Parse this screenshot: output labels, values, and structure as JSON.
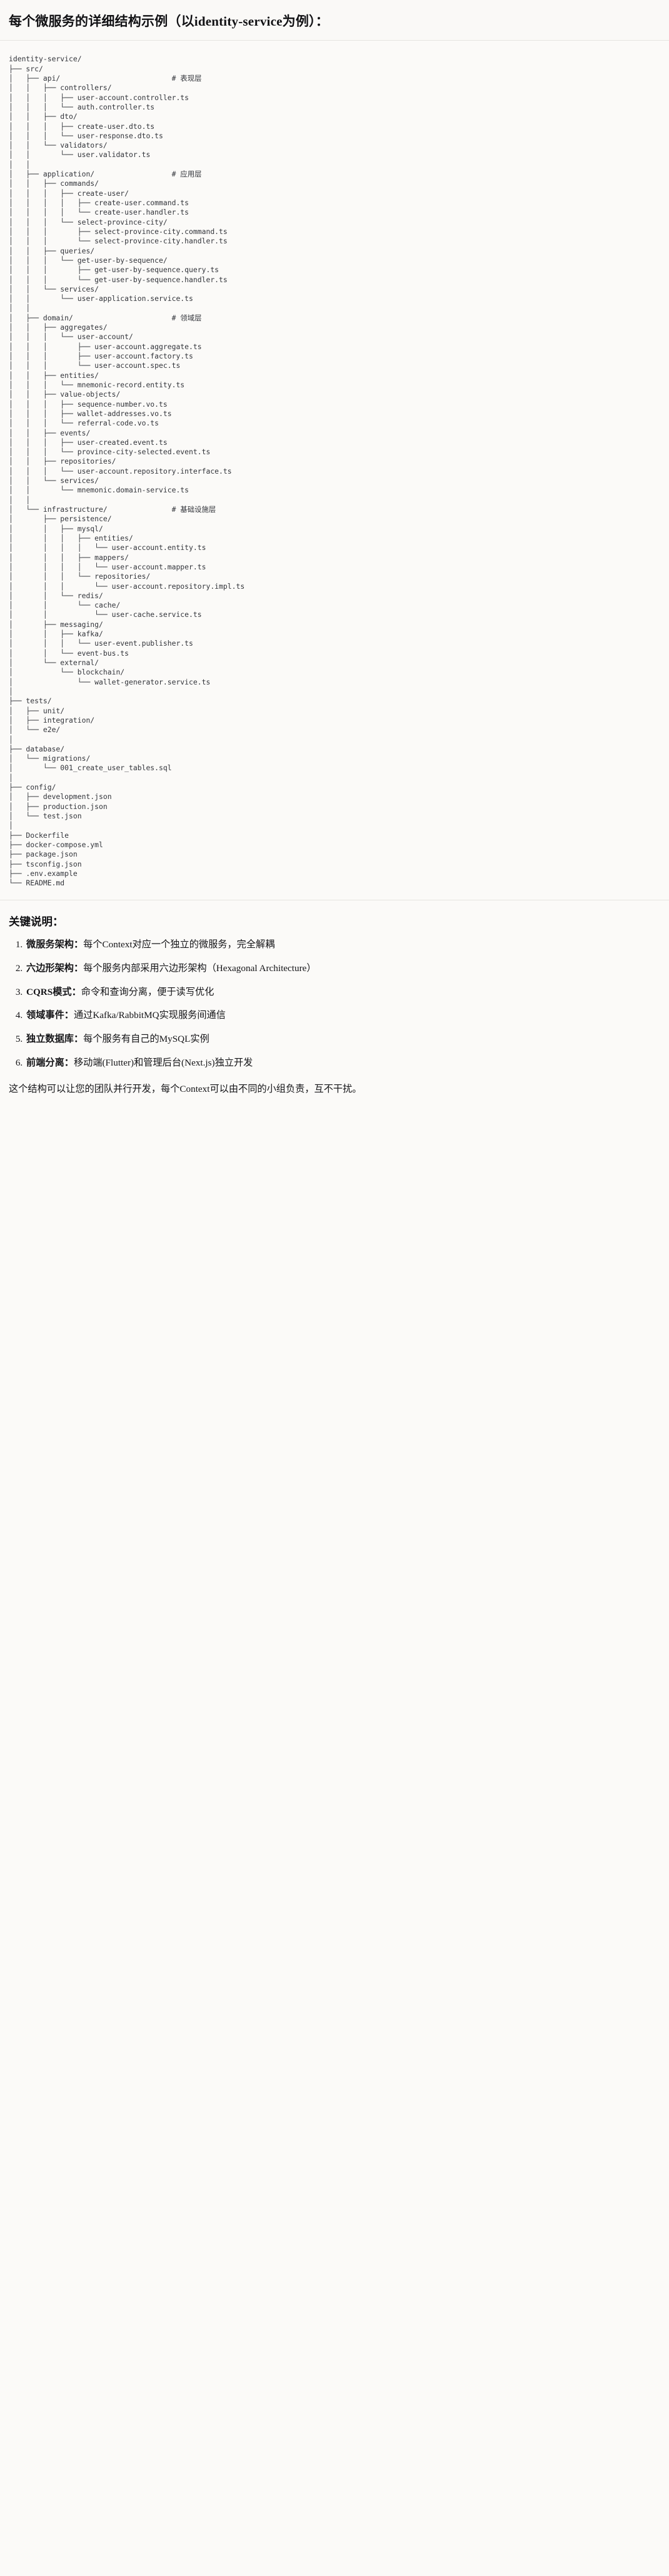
{
  "header": {
    "title": "每个微服务的详细结构示例（以identity-service为例）："
  },
  "tree": {
    "root_label": "identity-service/",
    "lines": [
      "identity-service/",
      "├── src/",
      "│   ├── api/                          # 表现层",
      "│   │   ├── controllers/",
      "│   │   │   ├── user-account.controller.ts",
      "│   │   │   └── auth.controller.ts",
      "│   │   ├── dto/",
      "│   │   │   ├── create-user.dto.ts",
      "│   │   │   └── user-response.dto.ts",
      "│   │   └── validators/",
      "│   │       └── user.validator.ts",
      "│   │",
      "│   ├── application/                  # 应用层",
      "│   │   ├── commands/",
      "│   │   │   ├── create-user/",
      "│   │   │   │   ├── create-user.command.ts",
      "│   │   │   │   └── create-user.handler.ts",
      "│   │   │   └── select-province-city/",
      "│   │   │       ├── select-province-city.command.ts",
      "│   │   │       └── select-province-city.handler.ts",
      "│   │   ├── queries/",
      "│   │   │   └── get-user-by-sequence/",
      "│   │   │       ├── get-user-by-sequence.query.ts",
      "│   │   │       └── get-user-by-sequence.handler.ts",
      "│   │   └── services/",
      "│   │       └── user-application.service.ts",
      "│   │",
      "│   ├── domain/                       # 领域层",
      "│   │   ├── aggregates/",
      "│   │   │   └── user-account/",
      "│   │   │       ├── user-account.aggregate.ts",
      "│   │   │       ├── user-account.factory.ts",
      "│   │   │       └── user-account.spec.ts",
      "│   │   ├── entities/",
      "│   │   │   └── mnemonic-record.entity.ts",
      "│   │   ├── value-objects/",
      "│   │   │   ├── sequence-number.vo.ts",
      "│   │   │   ├── wallet-addresses.vo.ts",
      "│   │   │   └── referral-code.vo.ts",
      "│   │   ├── events/",
      "│   │   │   ├── user-created.event.ts",
      "│   │   │   └── province-city-selected.event.ts",
      "│   │   ├── repositories/",
      "│   │   │   └── user-account.repository.interface.ts",
      "│   │   └── services/",
      "│   │       └── mnemonic.domain-service.ts",
      "│   │",
      "│   └── infrastructure/               # 基础设施层",
      "│       ├── persistence/",
      "│       │   ├── mysql/",
      "│       │   │   ├── entities/",
      "│       │   │   │   └── user-account.entity.ts",
      "│       │   │   ├── mappers/",
      "│       │   │   │   └── user-account.mapper.ts",
      "│       │   │   └── repositories/",
      "│       │   │       └── user-account.repository.impl.ts",
      "│       │   └── redis/",
      "│       │       └── cache/",
      "│       │           └── user-cache.service.ts",
      "│       ├── messaging/",
      "│       │   ├── kafka/",
      "│       │   │   └── user-event.publisher.ts",
      "│       │   └── event-bus.ts",
      "│       └── external/",
      "│           └── blockchain/",
      "│               └── wallet-generator.service.ts",
      "│",
      "├── tests/",
      "│   ├── unit/",
      "│   ├── integration/",
      "│   └── e2e/",
      "│",
      "├── database/",
      "│   └── migrations/",
      "│       └── 001_create_user_tables.sql",
      "│",
      "├── config/",
      "│   ├── development.json",
      "│   ├── production.json",
      "│   └── test.json",
      "│",
      "├── Dockerfile",
      "├── docker-compose.yml",
      "├── package.json",
      "├── tsconfig.json",
      "├── .env.example",
      "└── README.md"
    ]
  },
  "notes": {
    "title": "关键说明：",
    "items": [
      {
        "term": "微服务架构",
        "sep": "：",
        "desc": "每个Context对应一个独立的微服务，完全解耦"
      },
      {
        "term": "六边形架构",
        "sep": "：",
        "desc": "每个服务内部采用六边形架构（Hexagonal Architecture）"
      },
      {
        "term": "CQRS模式",
        "sep": "：",
        "desc": "命令和查询分离，便于读写优化"
      },
      {
        "term": "领域事件",
        "sep": "：",
        "desc": "通过Kafka/RabbitMQ实现服务间通信"
      },
      {
        "term": "独立数据库",
        "sep": "：",
        "desc": "每个服务有自己的MySQL实例"
      },
      {
        "term": "前端分离",
        "sep": "：",
        "desc": "移动端(Flutter)和管理后台(Next.js)独立开发"
      }
    ],
    "closing": "这个结构可以让您的团队并行开发，每个Context可以由不同的小组负责，互不干扰。"
  },
  "colors": {
    "background": "#fbfaf8",
    "text": "#16161a",
    "code_text": "#32343a",
    "divider": "#e6e4e0"
  }
}
